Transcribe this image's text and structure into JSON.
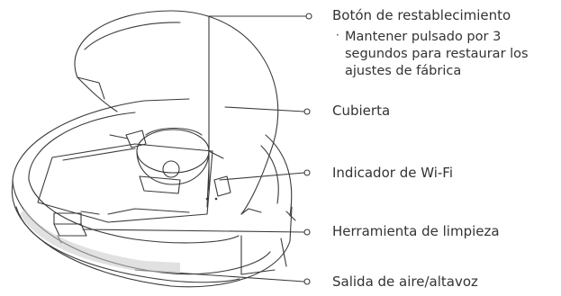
{
  "labels": {
    "reset_button": "Botón de restablecimiento",
    "reset_note_bullet": "·",
    "reset_note": [
      "Mantener pulsado por 3",
      "segundos para restaurar los",
      "ajustes de fábrica"
    ],
    "cover": "Cubierta",
    "wifi_indicator": "Indicador de Wi-Fi",
    "cleaning_tool": "Herramienta de limpieza",
    "air_outlet": "Salida de aire/altavoz"
  },
  "colors": {
    "line": "#3a3a3a",
    "text": "#333333",
    "background": "#ffffff"
  }
}
